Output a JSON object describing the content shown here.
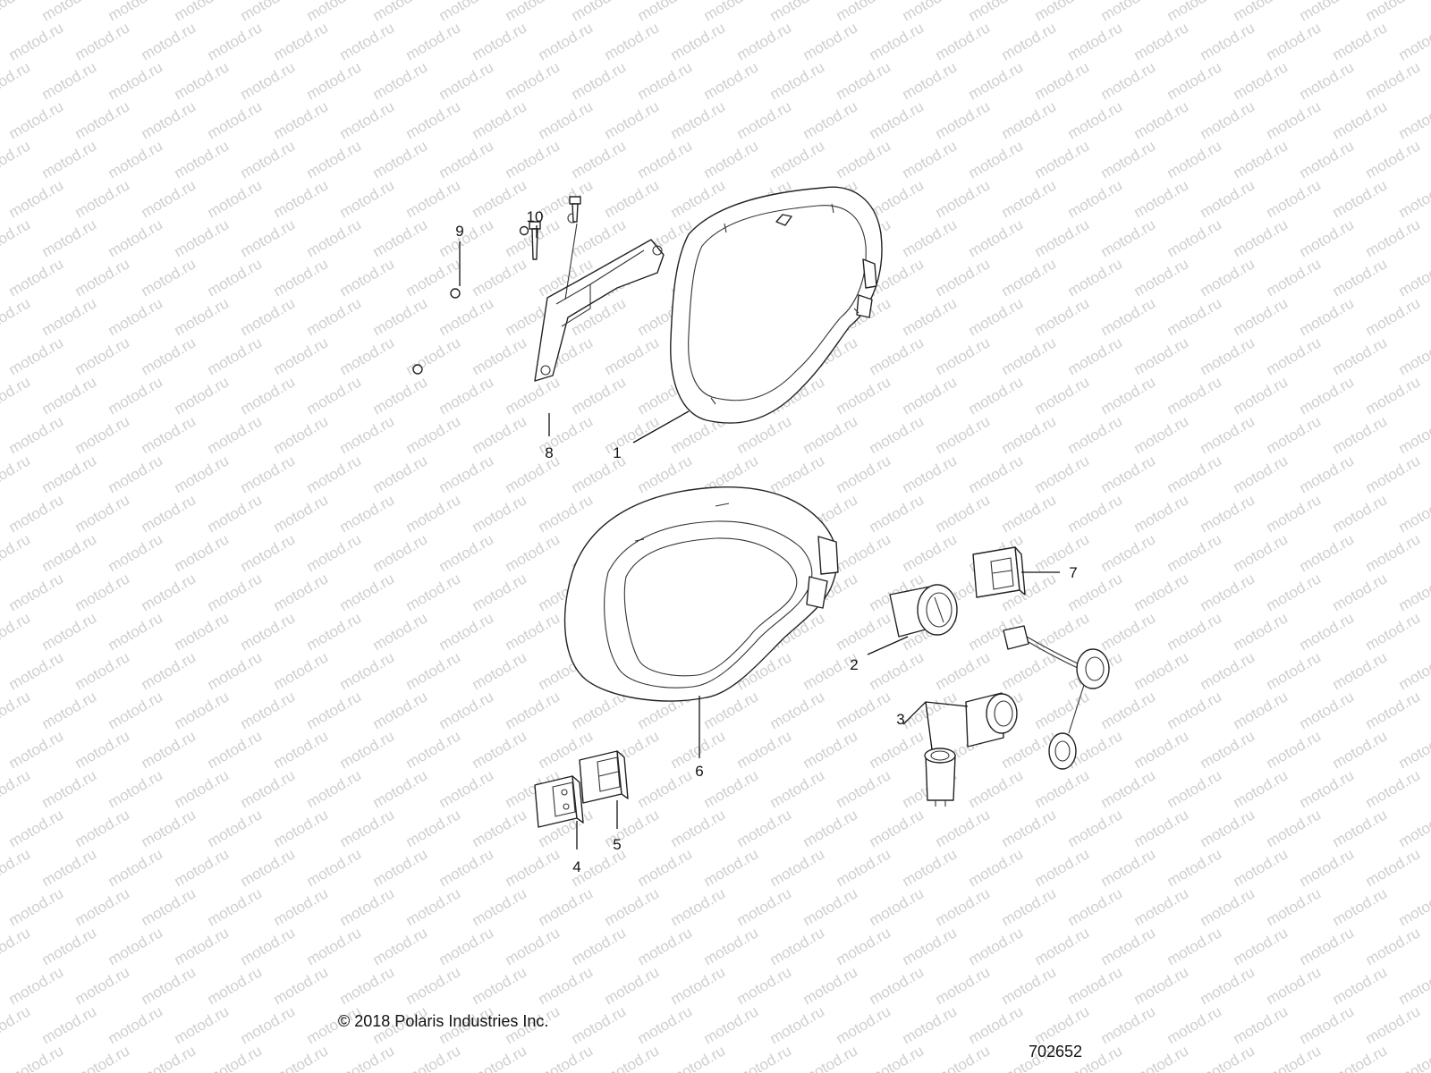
{
  "watermark": "motod.ru",
  "callouts": [
    {
      "id": "c1",
      "label": "1"
    },
    {
      "id": "c2",
      "label": "2"
    },
    {
      "id": "c3",
      "label": "3"
    },
    {
      "id": "c4",
      "label": "4"
    },
    {
      "id": "c5",
      "label": "5"
    },
    {
      "id": "c6",
      "label": "6"
    },
    {
      "id": "c7",
      "label": "7"
    },
    {
      "id": "c8",
      "label": "8"
    },
    {
      "id": "c9",
      "label": "9"
    },
    {
      "id": "c10",
      "label": "10"
    }
  ],
  "footer": {
    "copyright": "© 2018 Polaris Industries Inc.",
    "diagram_number": "702652"
  }
}
